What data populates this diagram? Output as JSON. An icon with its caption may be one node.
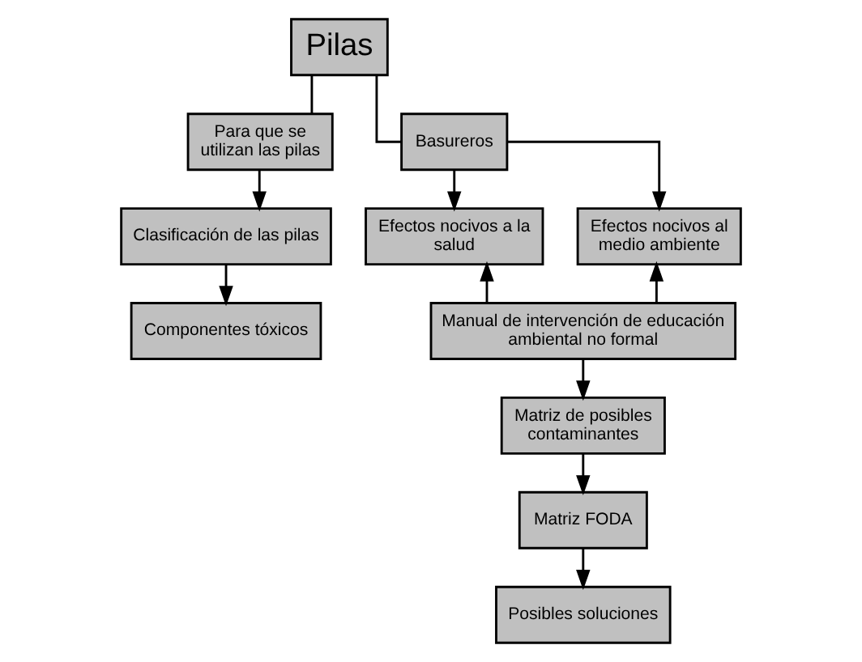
{
  "diagram": {
    "nodes": [
      {
        "text": [
          "Pilas"
        ]
      },
      {
        "text": [
          "Para que se utilizan las pilas"
        ]
      },
      {
        "text": [
          "Clasificación de las pilas"
        ]
      },
      {
        "text": [
          "Componentes tóxicos"
        ]
      },
      {
        "text": [
          "Basureros"
        ]
      },
      {
        "text": [
          "Efectos nocivos a la salud"
        ]
      },
      {
        "text": [
          "Efectos nocivos al medio ambiente"
        ]
      },
      {
        "text": [
          "Manual de intervención de educación ambiental no formal"
        ]
      },
      {
        "text": [
          "Matriz de posibles contaminantes"
        ]
      },
      {
        "text": [
          "Matriz FODA"
        ]
      },
      {
        "text": [
          "Posibles soluciones"
        ]
      }
    ],
    "edges": [
      {
        "from": 0,
        "to": 1,
        "arrow": "none"
      },
      {
        "from": 1,
        "to": 2,
        "arrow": "to"
      },
      {
        "from": 2,
        "to": 3,
        "arrow": "to"
      },
      {
        "from": 0,
        "to": 4,
        "arrow": "none"
      },
      {
        "from": 4,
        "to": 5,
        "arrow": "to"
      },
      {
        "from": 4,
        "to": 6,
        "arrow": "to"
      },
      {
        "from": 7,
        "to": 5,
        "arrow": "to"
      },
      {
        "from": 7,
        "to": 6,
        "arrow": "to"
      },
      {
        "from": 7,
        "to": 8,
        "arrow": "to"
      },
      {
        "from": 8,
        "to": 9,
        "arrow": "to"
      },
      {
        "from": 9,
        "to": 10,
        "arrow": "to"
      }
    ]
  }
}
